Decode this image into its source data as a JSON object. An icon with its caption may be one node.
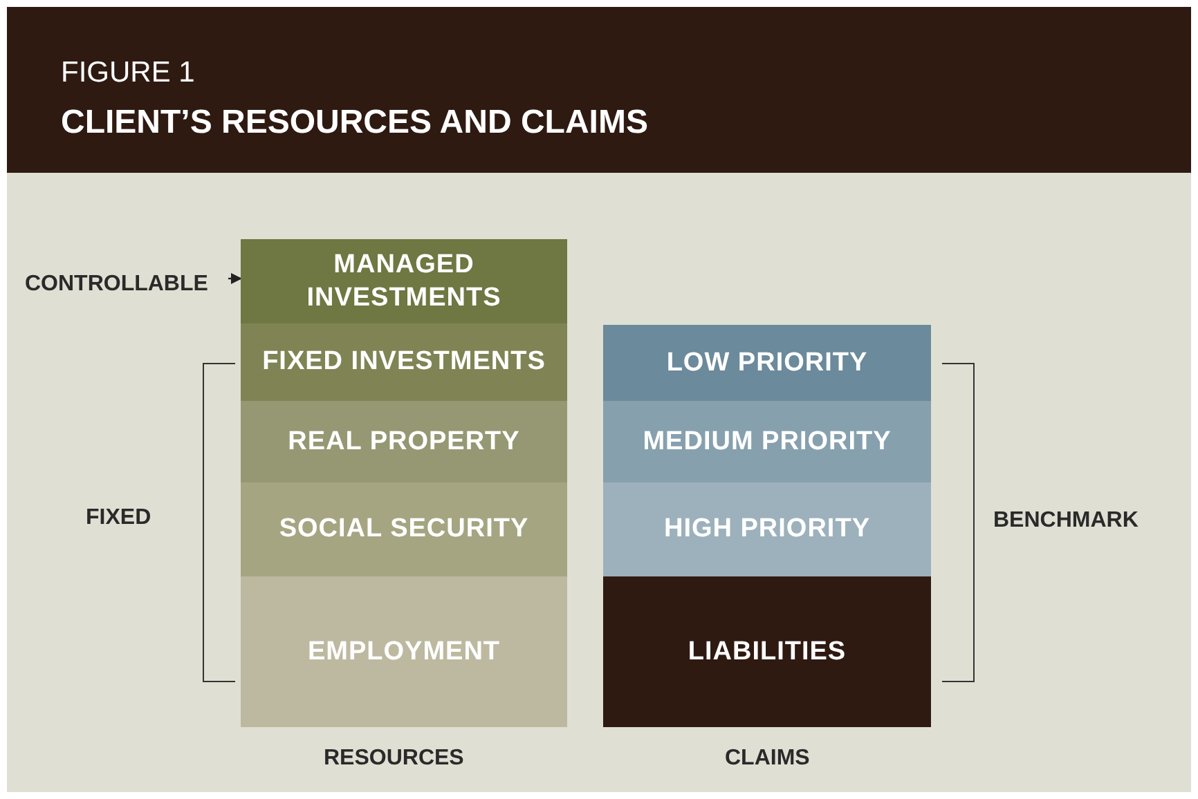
{
  "diagram": {
    "title": "CLIENT’S RESOURCES AND CLAIMS",
    "nodes": [
      {
        "text": [
          "MANAGED INVESTMENTS"
        ]
      },
      {
        "text": [
          "FIXED INVESTMENTS"
        ]
      },
      {
        "text": [
          "REAL PROPERTY"
        ]
      },
      {
        "text": [
          "SOCIAL SECURITY"
        ]
      },
      {
        "text": [
          "EMPLOYMENT"
        ]
      },
      {
        "text": [
          "LOW PRIORITY"
        ]
      },
      {
        "text": [
          "MEDIUM PRIORITY"
        ]
      },
      {
        "text": [
          "HIGH PRIORITY"
        ]
      },
      {
        "text": [
          "LIABILITIES"
        ]
      },
      {
        "text": [
          "CONTROLLABLE"
        ]
      }
    ],
    "edges": [
      {
        "from": 9,
        "to": 0,
        "arrow": "to"
      }
    ],
    "labels": [
      "FIGURE 1",
      "FIXED",
      "BENCHMARK",
      "RESOURCES",
      "CLAIMS"
    ]
  }
}
